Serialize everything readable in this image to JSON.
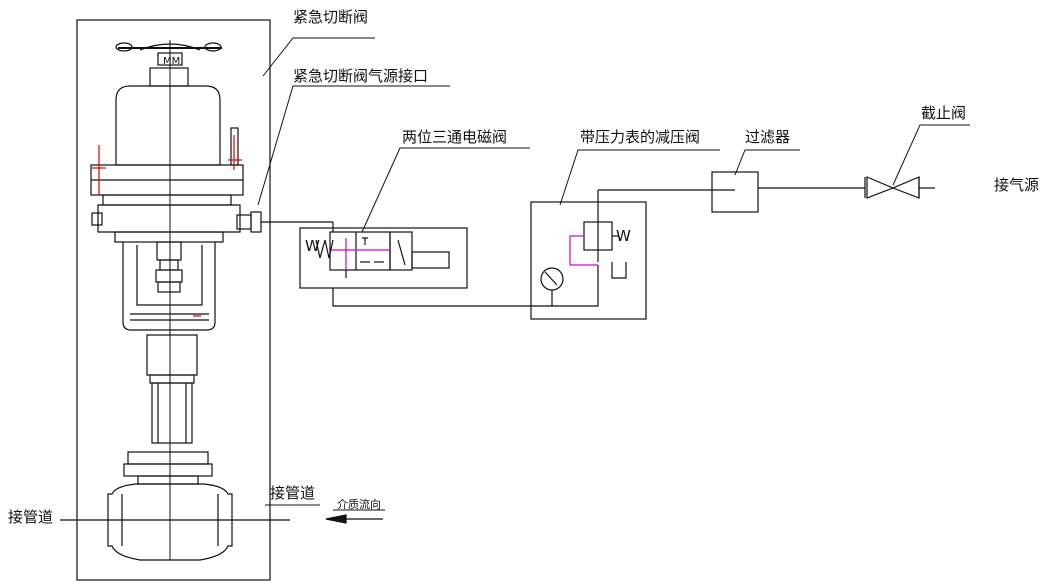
{
  "labels": {
    "emergency_shutoff_valve": "紧急切断阀",
    "air_supply_port": "紧急切断阀气源接口",
    "solenoid_valve": "两位三通电磁阀",
    "pressure_reducer": "带压力表的减压阀",
    "filter": "过滤器",
    "stop_valve": "截止阀",
    "air_source": "接气源",
    "pipe_left": "接管道",
    "pipe_right": "接管道",
    "flow_direction": "介质流向"
  },
  "symbols": {
    "solenoid_spring": "W",
    "reducer_spring": "W"
  },
  "colors": {
    "line": "#111111",
    "pilot_line": "#d400d4",
    "mark_red": "#e00000",
    "paper": "#ffffff"
  }
}
